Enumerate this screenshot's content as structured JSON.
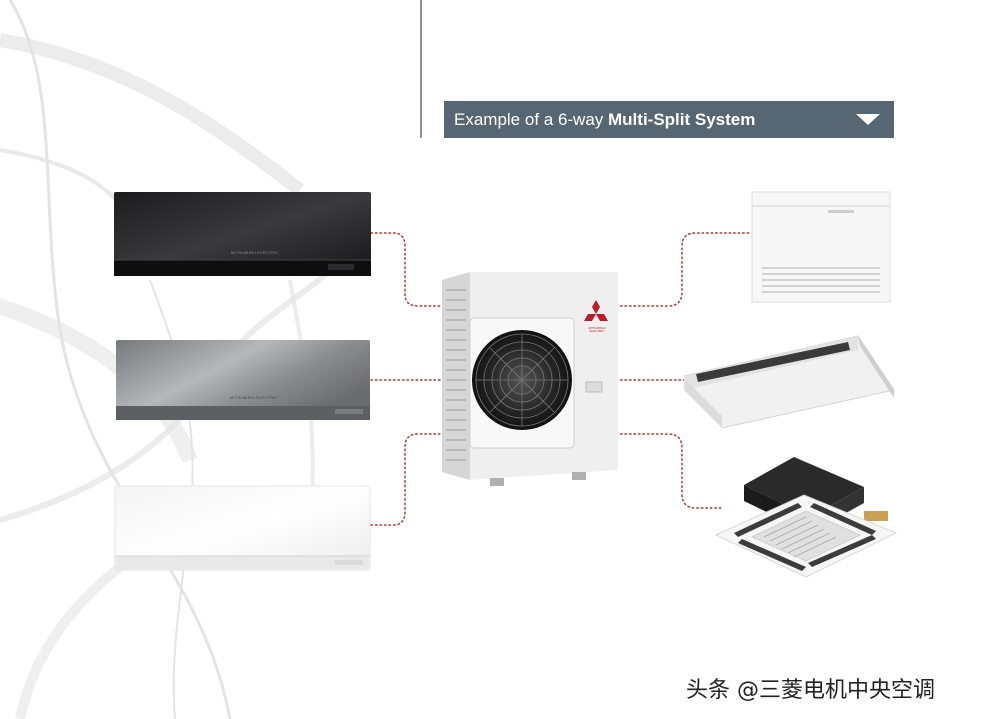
{
  "banner": {
    "prefix": "Example of a 6-way ",
    "emphasis": "Multi-Split System",
    "icon": "triangle-down-icon"
  },
  "indoor_units_left": [
    {
      "type": "wall-mounted",
      "color_name": "black",
      "brand_label": "MITSUBISHI ELECTRIC"
    },
    {
      "type": "wall-mounted",
      "color_name": "silver",
      "brand_label": "MITSUBISHI ELECTRIC"
    },
    {
      "type": "wall-mounted",
      "color_name": "white",
      "brand_label": ""
    }
  ],
  "indoor_units_right": [
    {
      "type": "floor-console"
    },
    {
      "type": "ceiling-suspended"
    },
    {
      "type": "4-way-cassette"
    }
  ],
  "outdoor_unit": {
    "type": "outdoor-unit",
    "logo": "mitsubishi-three-diamonds-logo",
    "logo_text": "MITSUBISHI ELECTRIC"
  },
  "watermark": {
    "text": "头条 @三菱电机中央空调"
  },
  "colors": {
    "banner_bg": "#566773",
    "connector_dots": "#b23a32",
    "divider": "#9a8d86",
    "logo_red": "#c01a2a"
  }
}
